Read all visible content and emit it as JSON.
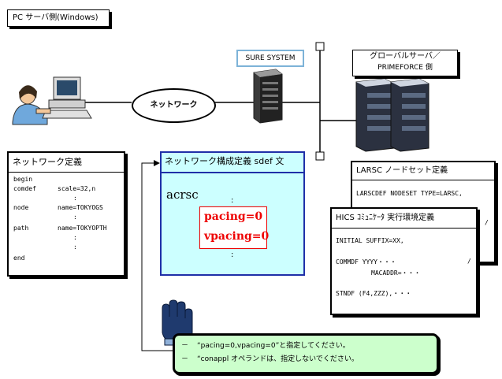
{
  "pc_title": "PC サーバ側(Windows)",
  "network_label": "ネットワーク",
  "sure_system_label": "SURE SYSTEM",
  "global_server": {
    "line1": "グローバルサーバ／",
    "line2": "PRIMEFORCE 側"
  },
  "netdef": {
    "title": "ネットワーク定義",
    "rows": [
      {
        "kw": "begin",
        "val": ""
      },
      {
        "kw": "comdef",
        "val": "scale=32,n"
      },
      {
        "kw": "",
        "val": ":"
      },
      {
        "kw": "node",
        "val": "name=TOKYOGS"
      },
      {
        "kw": "",
        "val": ":"
      },
      {
        "kw": "path",
        "val": "name=TOKYOPTH"
      },
      {
        "kw": "",
        "val": ":"
      },
      {
        "kw": "",
        "val": ":"
      },
      {
        "kw": "end",
        "val": ""
      }
    ]
  },
  "sdef": {
    "title": "ネットワーク構成定義 sdef 文",
    "keyword": "acrsc",
    "dots": ":",
    "pacing": "pacing=0",
    "vpacing": "vpacing=0"
  },
  "larsc": {
    "title": "LARSC ノードセット定義",
    "line1": "LARSCDEF NODESET TYPE=LARSC,",
    "slash": "/"
  },
  "hics": {
    "title": "HICS ｺﾐｭﾆｹｰﾀ  実行環境定義",
    "line1": "INITIAL SUFFIX=XX,",
    "line2a": "COMMDF  YYYY・・・",
    "line2b": "MACADDR=・・・",
    "slash": "/",
    "line3": "STNDF    (F4,ZZZ),・・・"
  },
  "note": {
    "dash": "－",
    "item1": "“pacing=0,vpacing=0”と指定してください。",
    "item2": "“conappl オペランドは、指定しないでください。"
  },
  "colors": {
    "sdef_fill": "#ccffff",
    "sdef_border": "#1f2fa8",
    "pacing_red": "#e00000",
    "note_fill": "#ccffcc",
    "sure_border": "#7db3d8"
  }
}
